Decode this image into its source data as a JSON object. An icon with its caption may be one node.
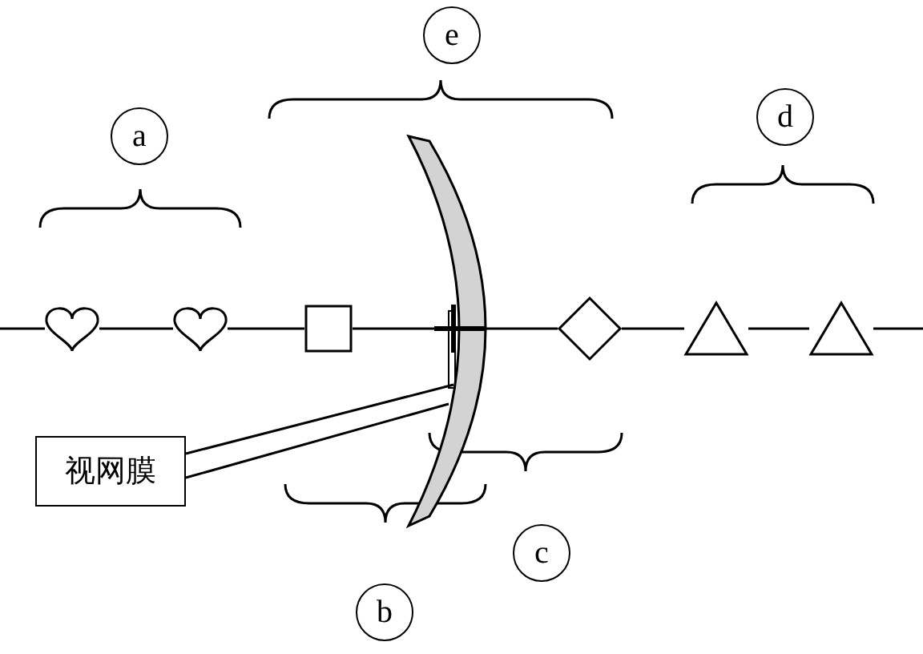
{
  "diagram": {
    "nodes": [
      {
        "text": [
          "a"
        ]
      },
      {
        "text": [
          "e"
        ]
      },
      {
        "text": [
          "d"
        ]
      },
      {
        "text": [],
        "shape": "heart"
      },
      {
        "text": [],
        "shape": "heart"
      },
      {
        "text": [],
        "shape": "box"
      },
      {
        "text": [],
        "shape": "band"
      },
      {
        "text": [],
        "shape": "diamond"
      },
      {
        "text": [],
        "shape": "triangle"
      },
      {
        "text": [],
        "shape": "triangle"
      },
      {
        "text": [
          "视网膜"
        ]
      },
      {
        "text": [
          "c"
        ]
      },
      {
        "text": [
          "b"
        ]
      }
    ],
    "edges": [
      {
        "from": null,
        "to": 3,
        "arrow": "none"
      },
      {
        "from": 3,
        "to": 4,
        "arrow": "none"
      },
      {
        "from": 4,
        "to": 5,
        "arrow": "none"
      },
      {
        "from": 5,
        "to": 6,
        "arrow": "none"
      },
      {
        "from": 6,
        "to": 7,
        "arrow": "none"
      },
      {
        "from": 7,
        "to": 8,
        "arrow": "none"
      },
      {
        "from": 8,
        "to": 9,
        "arrow": "none"
      },
      {
        "from": 9,
        "to": null,
        "arrow": "none"
      },
      {
        "from": 10,
        "to": 6,
        "arrow": "none"
      },
      {
        "from": 10,
        "to": 6,
        "arrow": "none"
      }
    ]
  }
}
